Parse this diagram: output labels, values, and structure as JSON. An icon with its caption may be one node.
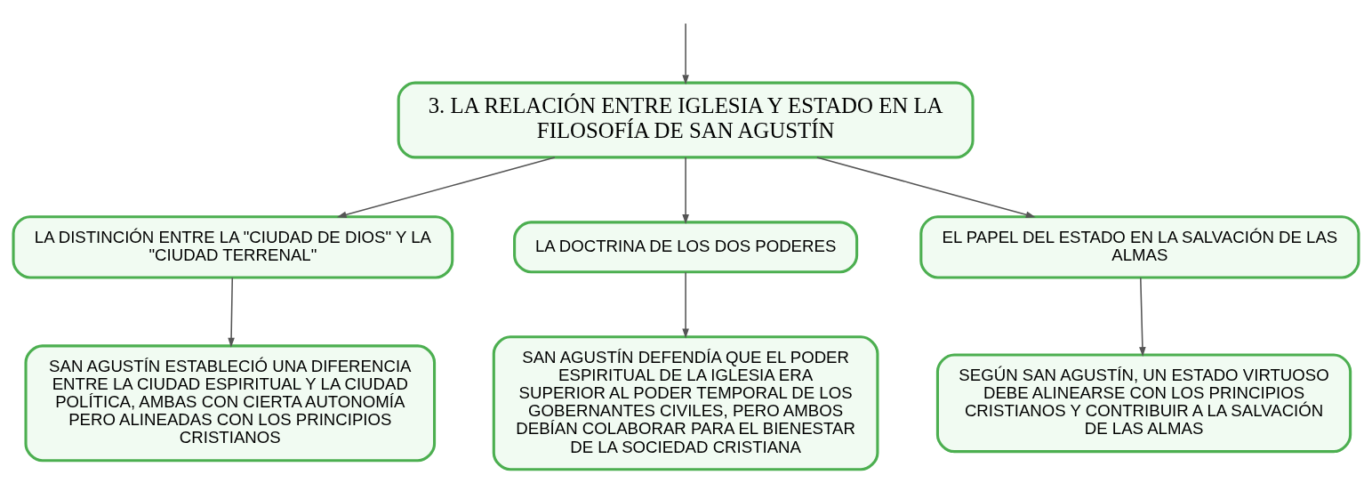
{
  "diagram": {
    "nodes": [
      {
        "text": [
          "3. LA RELACIÓN ENTRE IGLESIA Y ESTADO EN LA FILOSOFÍA DE SAN AGUSTÍN"
        ]
      },
      {
        "text": [
          "LA DISTINCIÓN ENTRE LA \"CIUDAD DE DIOS\" Y LA \"CIUDAD TERRENAL\""
        ]
      },
      {
        "text": [
          "LA DOCTRINA DE LOS DOS PODERES"
        ]
      },
      {
        "text": [
          "EL PAPEL DEL ESTADO EN LA SALVACIÓN DE LAS ALMAS"
        ]
      },
      {
        "text": [
          "SAN AGUSTÍN ESTABLECIÓ UNA DIFERENCIA ENTRE LA CIUDAD ESPIRITUAL Y LA CIUDAD POLÍTICA, AMBAS CON CIERTA AUTONOMÍA PERO ALINEADAS CON LOS PRINCIPIOS CRISTIANOS"
        ]
      },
      {
        "text": [
          "SAN AGUSTÍN DEFENDÍA QUE EL PODER ESPIRITUAL DE LA IGLESIA ERA SUPERIOR AL PODER TEMPORAL DE LOS GOBERNANTES CIVILES, PERO AMBOS DEBÍAN COLABORAR PARA EL BIENESTAR DE LA SOCIEDAD CRISTIANA"
        ]
      },
      {
        "text": [
          "SEGÚN SAN AGUSTÍN, UN ESTADO VIRTUOSO DEBE ALINEARSE CON LOS PRINCIPIOS CRISTIANOS Y CONTRIBUIR A LA SALVACIÓN DE LAS ALMAS"
        ]
      }
    ],
    "edges": [
      {
        "from": null,
        "to": 0,
        "arrow": "to"
      },
      {
        "from": 0,
        "to": 1,
        "arrow": "to"
      },
      {
        "from": 0,
        "to": 2,
        "arrow": "to"
      },
      {
        "from": 0,
        "to": 3,
        "arrow": "to"
      },
      {
        "from": 1,
        "to": 4,
        "arrow": "to"
      },
      {
        "from": 2,
        "to": 5,
        "arrow": "to"
      },
      {
        "from": 3,
        "to": 6,
        "arrow": "to"
      }
    ]
  }
}
